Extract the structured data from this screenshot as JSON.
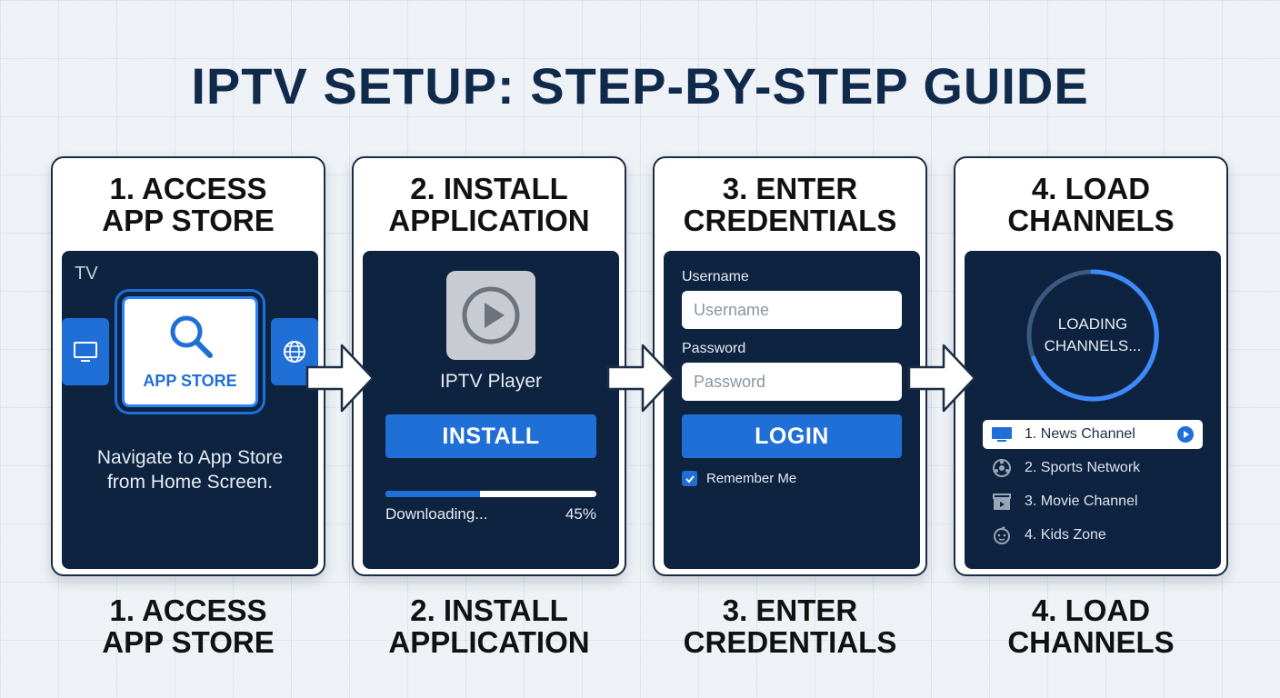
{
  "title": "IPTV SETUP: STEP-BY-STEP GUIDE",
  "colors": {
    "navy": "#0e2340",
    "accent": "#1f6fd6",
    "title": "#102a4c"
  },
  "steps": [
    {
      "heading": [
        "1. ACCESS",
        "APP STORE"
      ]
    },
    {
      "heading": [
        "2. INSTALL",
        "APPLICATION"
      ]
    },
    {
      "heading": [
        "3. ENTER",
        "CREDENTIALS"
      ]
    },
    {
      "heading": [
        "4. LOAD",
        "CHANNELS"
      ]
    }
  ],
  "step1": {
    "screen_label": "TV",
    "tile_label": "APP STORE",
    "icons": [
      "monitor-icon",
      "search-icon",
      "globe-icon"
    ],
    "instruction": [
      "Navigate to App Store",
      "from Home Screen."
    ]
  },
  "step2": {
    "app_name": "IPTV Player",
    "install_label": "INSTALL",
    "status": "Downloading...",
    "progress_percent": 45,
    "progress_text": "45%"
  },
  "step3": {
    "username_label": "Username",
    "username_placeholder": "Username",
    "password_label": "Password",
    "password_placeholder": "Password",
    "login_label": "LOGIN",
    "remember_label": "Remember Me",
    "remember_checked": true
  },
  "step4": {
    "loading_text": [
      "LOADING",
      "CHANNELS..."
    ],
    "channels": [
      {
        "label": "1. News Channel",
        "icon": "tv-icon",
        "active": true
      },
      {
        "label": "2. Sports Network",
        "icon": "ball-icon",
        "active": false
      },
      {
        "label": "3. Movie Channel",
        "icon": "clapperboard-icon",
        "active": false
      },
      {
        "label": "4. Kids Zone",
        "icon": "face-icon",
        "active": false
      }
    ]
  }
}
